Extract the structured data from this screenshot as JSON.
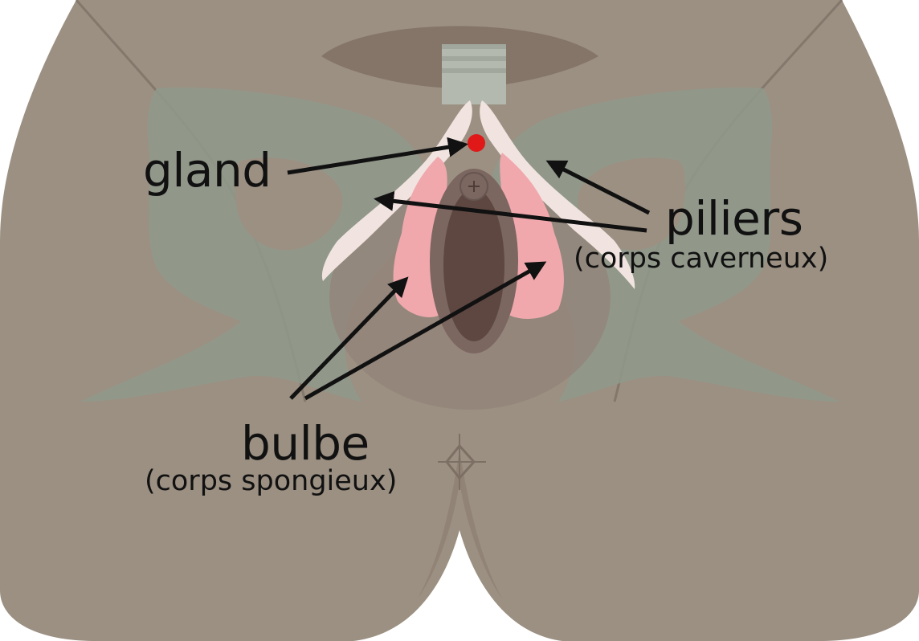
{
  "labels": {
    "gland": "gland",
    "piliers": "piliers",
    "piliers_sub": "(corps caverneux)",
    "bulbe": "bulbe",
    "bulbe_sub": "(corps spongieux)"
  },
  "colors": {
    "skin": "#9b9082",
    "skin_shadow": "#8d7d70",
    "bone": "#8f9a8c",
    "erectile_crura": "#f1e4e0",
    "bulb": "#f0a8ad",
    "gland_marker": "#e01818",
    "vestibule": "#5e4741",
    "arrow": "#111111"
  }
}
